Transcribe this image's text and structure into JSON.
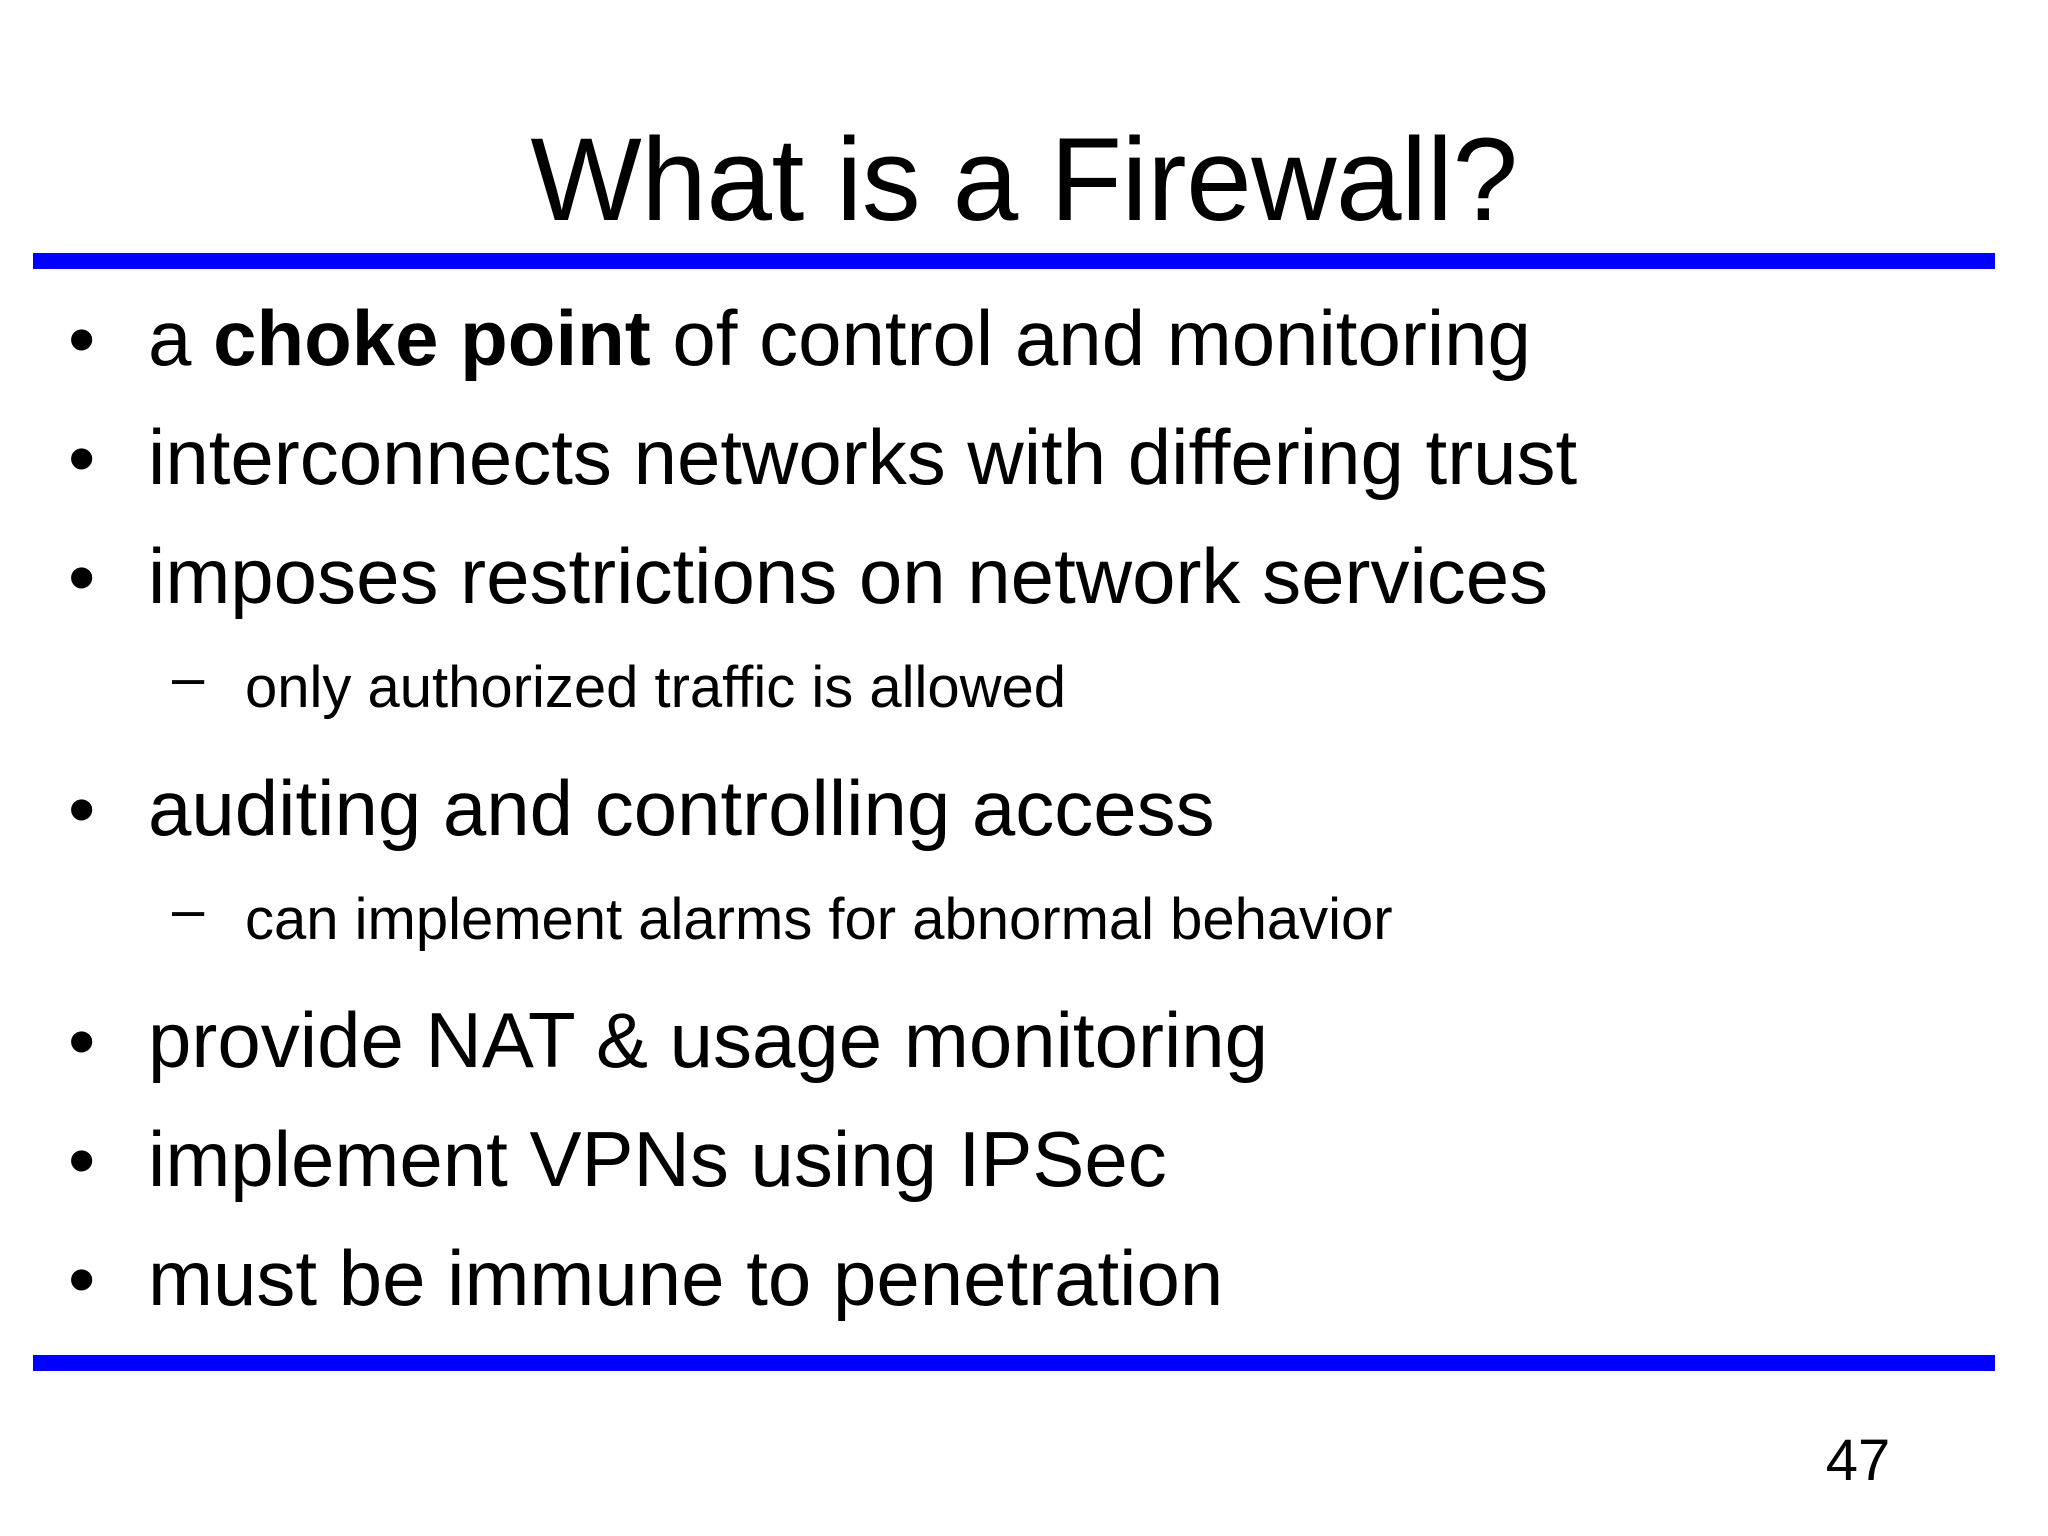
{
  "slide": {
    "title": "What is a Firewall?",
    "page_number": "47",
    "accent_color": "#0000FF",
    "text_color": "#000000",
    "background_color": "#FFFFFF",
    "bullet_marker": "•",
    "dash_marker": "–",
    "bullets": [
      {
        "level": 1,
        "marker": "•",
        "text_before": "a ",
        "text_bold": "choke point",
        "text_after": " of control and monitoring",
        "full_text": "a choke point of control and monitoring"
      },
      {
        "level": 1,
        "marker": "•",
        "text_before": "",
        "text_bold": "",
        "text_after": "",
        "full_text": "interconnects networks with differing trust"
      },
      {
        "level": 1,
        "marker": "•",
        "text_before": "",
        "text_bold": "",
        "text_after": "",
        "full_text": "imposes restrictions on network services"
      },
      {
        "level": 2,
        "marker": "–",
        "text_before": "",
        "text_bold": "",
        "text_after": "",
        "full_text": "only authorized traffic is allowed"
      },
      {
        "level": 1,
        "marker": "•",
        "text_before": "",
        "text_bold": "",
        "text_after": "",
        "full_text": "auditing and controlling access"
      },
      {
        "level": 2,
        "marker": "–",
        "text_before": "",
        "text_bold": "",
        "text_after": "",
        "full_text": "can implement alarms for abnormal behavior"
      },
      {
        "level": 1,
        "marker": "•",
        "text_before": "",
        "text_bold": "",
        "text_after": "",
        "full_text": "provide NAT & usage monitoring"
      },
      {
        "level": 1,
        "marker": "•",
        "text_before": "",
        "text_bold": "",
        "text_after": "",
        "full_text": "implement VPNs using IPSec"
      },
      {
        "level": 1,
        "marker": "•",
        "text_before": "",
        "text_bold": "",
        "text_after": "",
        "full_text": "must be immune to penetration"
      }
    ]
  }
}
